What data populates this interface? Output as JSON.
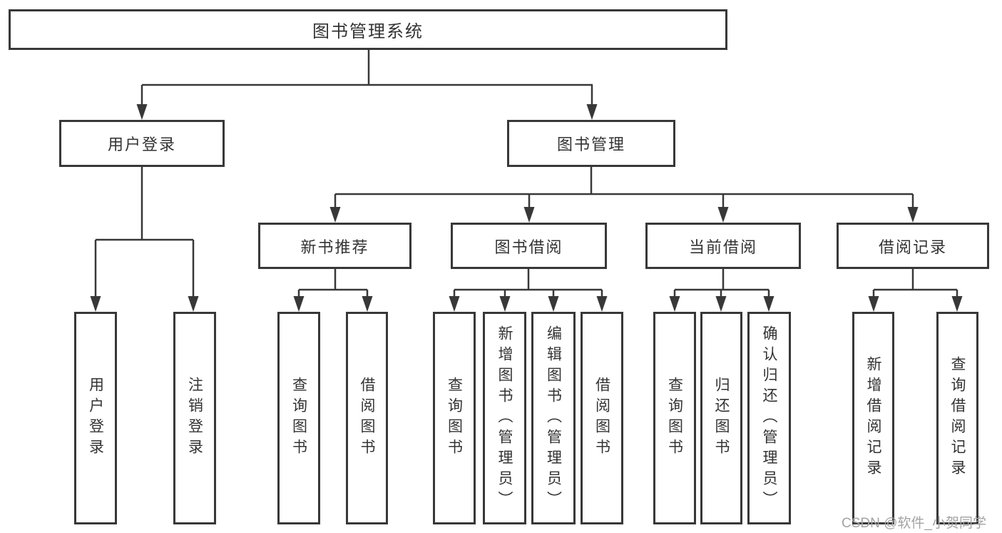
{
  "nodes": {
    "root": {
      "label": "图书管理系统"
    },
    "level2": [
      {
        "label": "用户登录"
      },
      {
        "label": "图书管理"
      }
    ],
    "level3": [
      {
        "label": "新书推荐"
      },
      {
        "label": "图书借阅"
      },
      {
        "label": "当前借阅"
      },
      {
        "label": "借阅记录"
      }
    ],
    "leaves": [
      {
        "label": "用户登录"
      },
      {
        "label": "注销登录"
      },
      {
        "label": "查询图书"
      },
      {
        "label": "借阅图书"
      },
      {
        "label": "查询图书"
      },
      {
        "label": "新增图书（管理员）"
      },
      {
        "label": "编辑图书（管理员）"
      },
      {
        "label": "借阅图书"
      },
      {
        "label": "查询图书"
      },
      {
        "label": "归还图书"
      },
      {
        "label": "确认归还（管理员）"
      },
      {
        "label": "新增借阅记录"
      },
      {
        "label": "查询借阅记录"
      }
    ]
  },
  "watermark": "CSDN @软件_小贺同学",
  "colors": {
    "line": "#383838",
    "text": "#333333",
    "watermark": "#a3a3a3",
    "background": "#ffffff"
  }
}
